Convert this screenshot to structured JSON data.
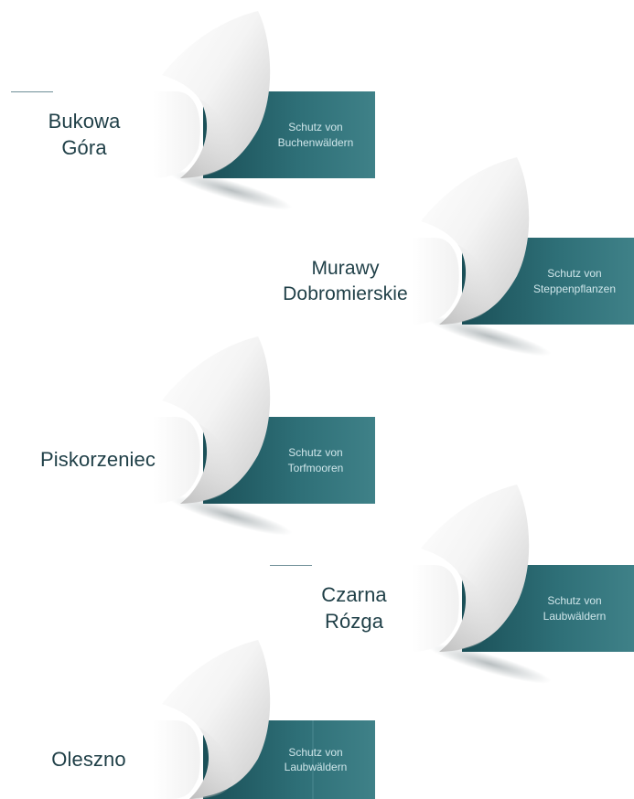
{
  "reserves": [
    {
      "name": "Bukowa\nGóra",
      "description": "Schutz von\nBuchenwäldern"
    },
    {
      "name": "Murawy\nDobromierskie",
      "description": "Schutz von\nSteppenpflanzen"
    },
    {
      "name": "Piskorzeniec",
      "description": "Schutz von\nTorfmooren"
    },
    {
      "name": "Czarna\nRózga",
      "description": "Schutz von\nLaubwäldern"
    },
    {
      "name": "Oleszno",
      "description": "Schutz von\nLaubwäldern"
    }
  ],
  "colors": {
    "band_dark": "#1f5a62",
    "band_mid": "#3f8087",
    "name_text": "#1f3f47",
    "description_text": "#cfe6ea"
  }
}
